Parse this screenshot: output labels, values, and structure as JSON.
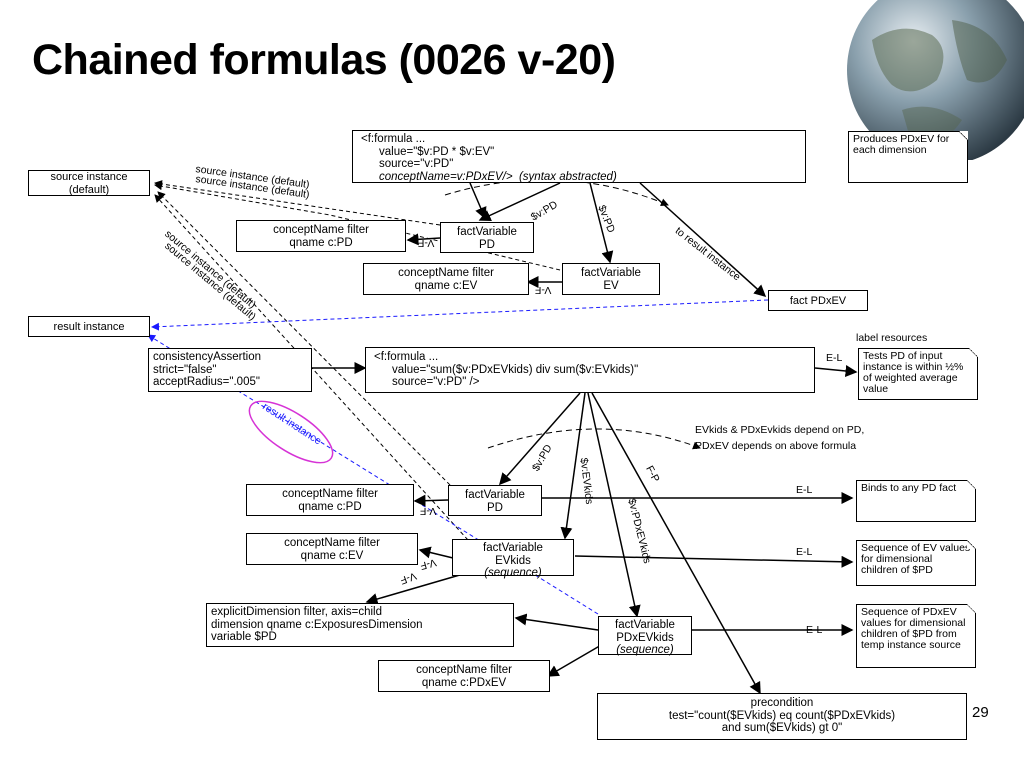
{
  "title": "Chained formulas (0026 v-20)",
  "page_number": "29",
  "boxes": {
    "formula1": [
      "<f:formula ...",
      "value=\"$v:PD * $v:EV\"",
      "source=\"v:PD\""
    ],
    "formula1_italic": "conceptName=v:PDxEV/>  (syntax abstracted)",
    "produces_note": "Produces PDxEV for each dimension",
    "source_instance": [
      "source instance",
      "(default)"
    ],
    "cn_filter_pd_top": [
      "conceptName filter",
      "qname c:PD"
    ],
    "fv_pd_top": [
      "factVariable",
      "PD"
    ],
    "cn_filter_ev_top": [
      "conceptName filter",
      "qname c:EV"
    ],
    "fv_ev_top": [
      "factVariable",
      "EV"
    ],
    "fact_pdxev": "fact PDxEV",
    "result_instance": "result instance",
    "label_resources": "label resources",
    "consistency": [
      "consistencyAssertion",
      "strict=\"false\"",
      "acceptRadius=\".005\""
    ],
    "formula2": [
      "<f:formula ...",
      "value=\"sum($v:PDxEVkids) div sum($v:EVkids)\"",
      "source=\"v:PD\" />"
    ],
    "tests_note": "Tests PD of input instance is within ½% of weighted average value",
    "depend_note_1": "EVkids & PDxEvkids depend on PD,",
    "depend_note_2": "PDxEV depends on above formula",
    "cn_filter_pd_bottom": [
      "conceptName filter",
      "qname c:PD"
    ],
    "fv_pd_bottom": [
      "factVariable",
      "PD"
    ],
    "binds_note": "Binds to any PD fact",
    "cn_filter_ev_bottom": [
      "conceptName filter",
      "qname c:EV"
    ],
    "fv_evkids": [
      "factVariable",
      "EVkids"
    ],
    "fv_evkids_italic": "(sequence)",
    "seq_ev_note": "Sequence of EV values for dimensional children of $PD",
    "explicit_dim": [
      "explicitDimension filter, axis=child",
      "dimension qname c:ExposuresDimension",
      "variable $PD"
    ],
    "fv_pdxevkids": [
      "factVariable",
      "PDxEVkids"
    ],
    "fv_pdxevkids_italic": "(sequence)",
    "seq_pdxev_note": "Sequence of PDxEV values for dimensional children of $PD from temp instance source",
    "cn_filter_pdxev": [
      "conceptName filter",
      "qname c:PDxEV"
    ],
    "precondition": [
      "precondition",
      "test=\"count($EVkids) eq count($PDxEVkids)",
      "and sum($EVkids) gt 0\""
    ]
  },
  "edge_labels": {
    "src_default_1": "source instance (default)",
    "src_default_2": "source instance (default)",
    "src_default_3": "source instance (default)",
    "src_default_4": "source instance (default)",
    "v_pd_1": "$v:PD",
    "v_pd_2": "$v:PD",
    "to_result": "to result instance",
    "vf_1": "V-F",
    "vf_2": "V-F",
    "el_1": "E-L",
    "result_instance_lbl": "result instance",
    "v_pd_3": "$v:PD",
    "v_evkids": "$v:EVkids",
    "v_pdxevkids": "$v:PDxEVkids",
    "fp": "F-P",
    "el_2": "E-L",
    "vf_3": "V-F",
    "el_3": "E-L",
    "vf_4": "V-F",
    "vf_5": "V-F",
    "el_4": "E-L"
  },
  "colors": {
    "blue_link": "#1a1aff",
    "ellipse": "#d633d6"
  }
}
